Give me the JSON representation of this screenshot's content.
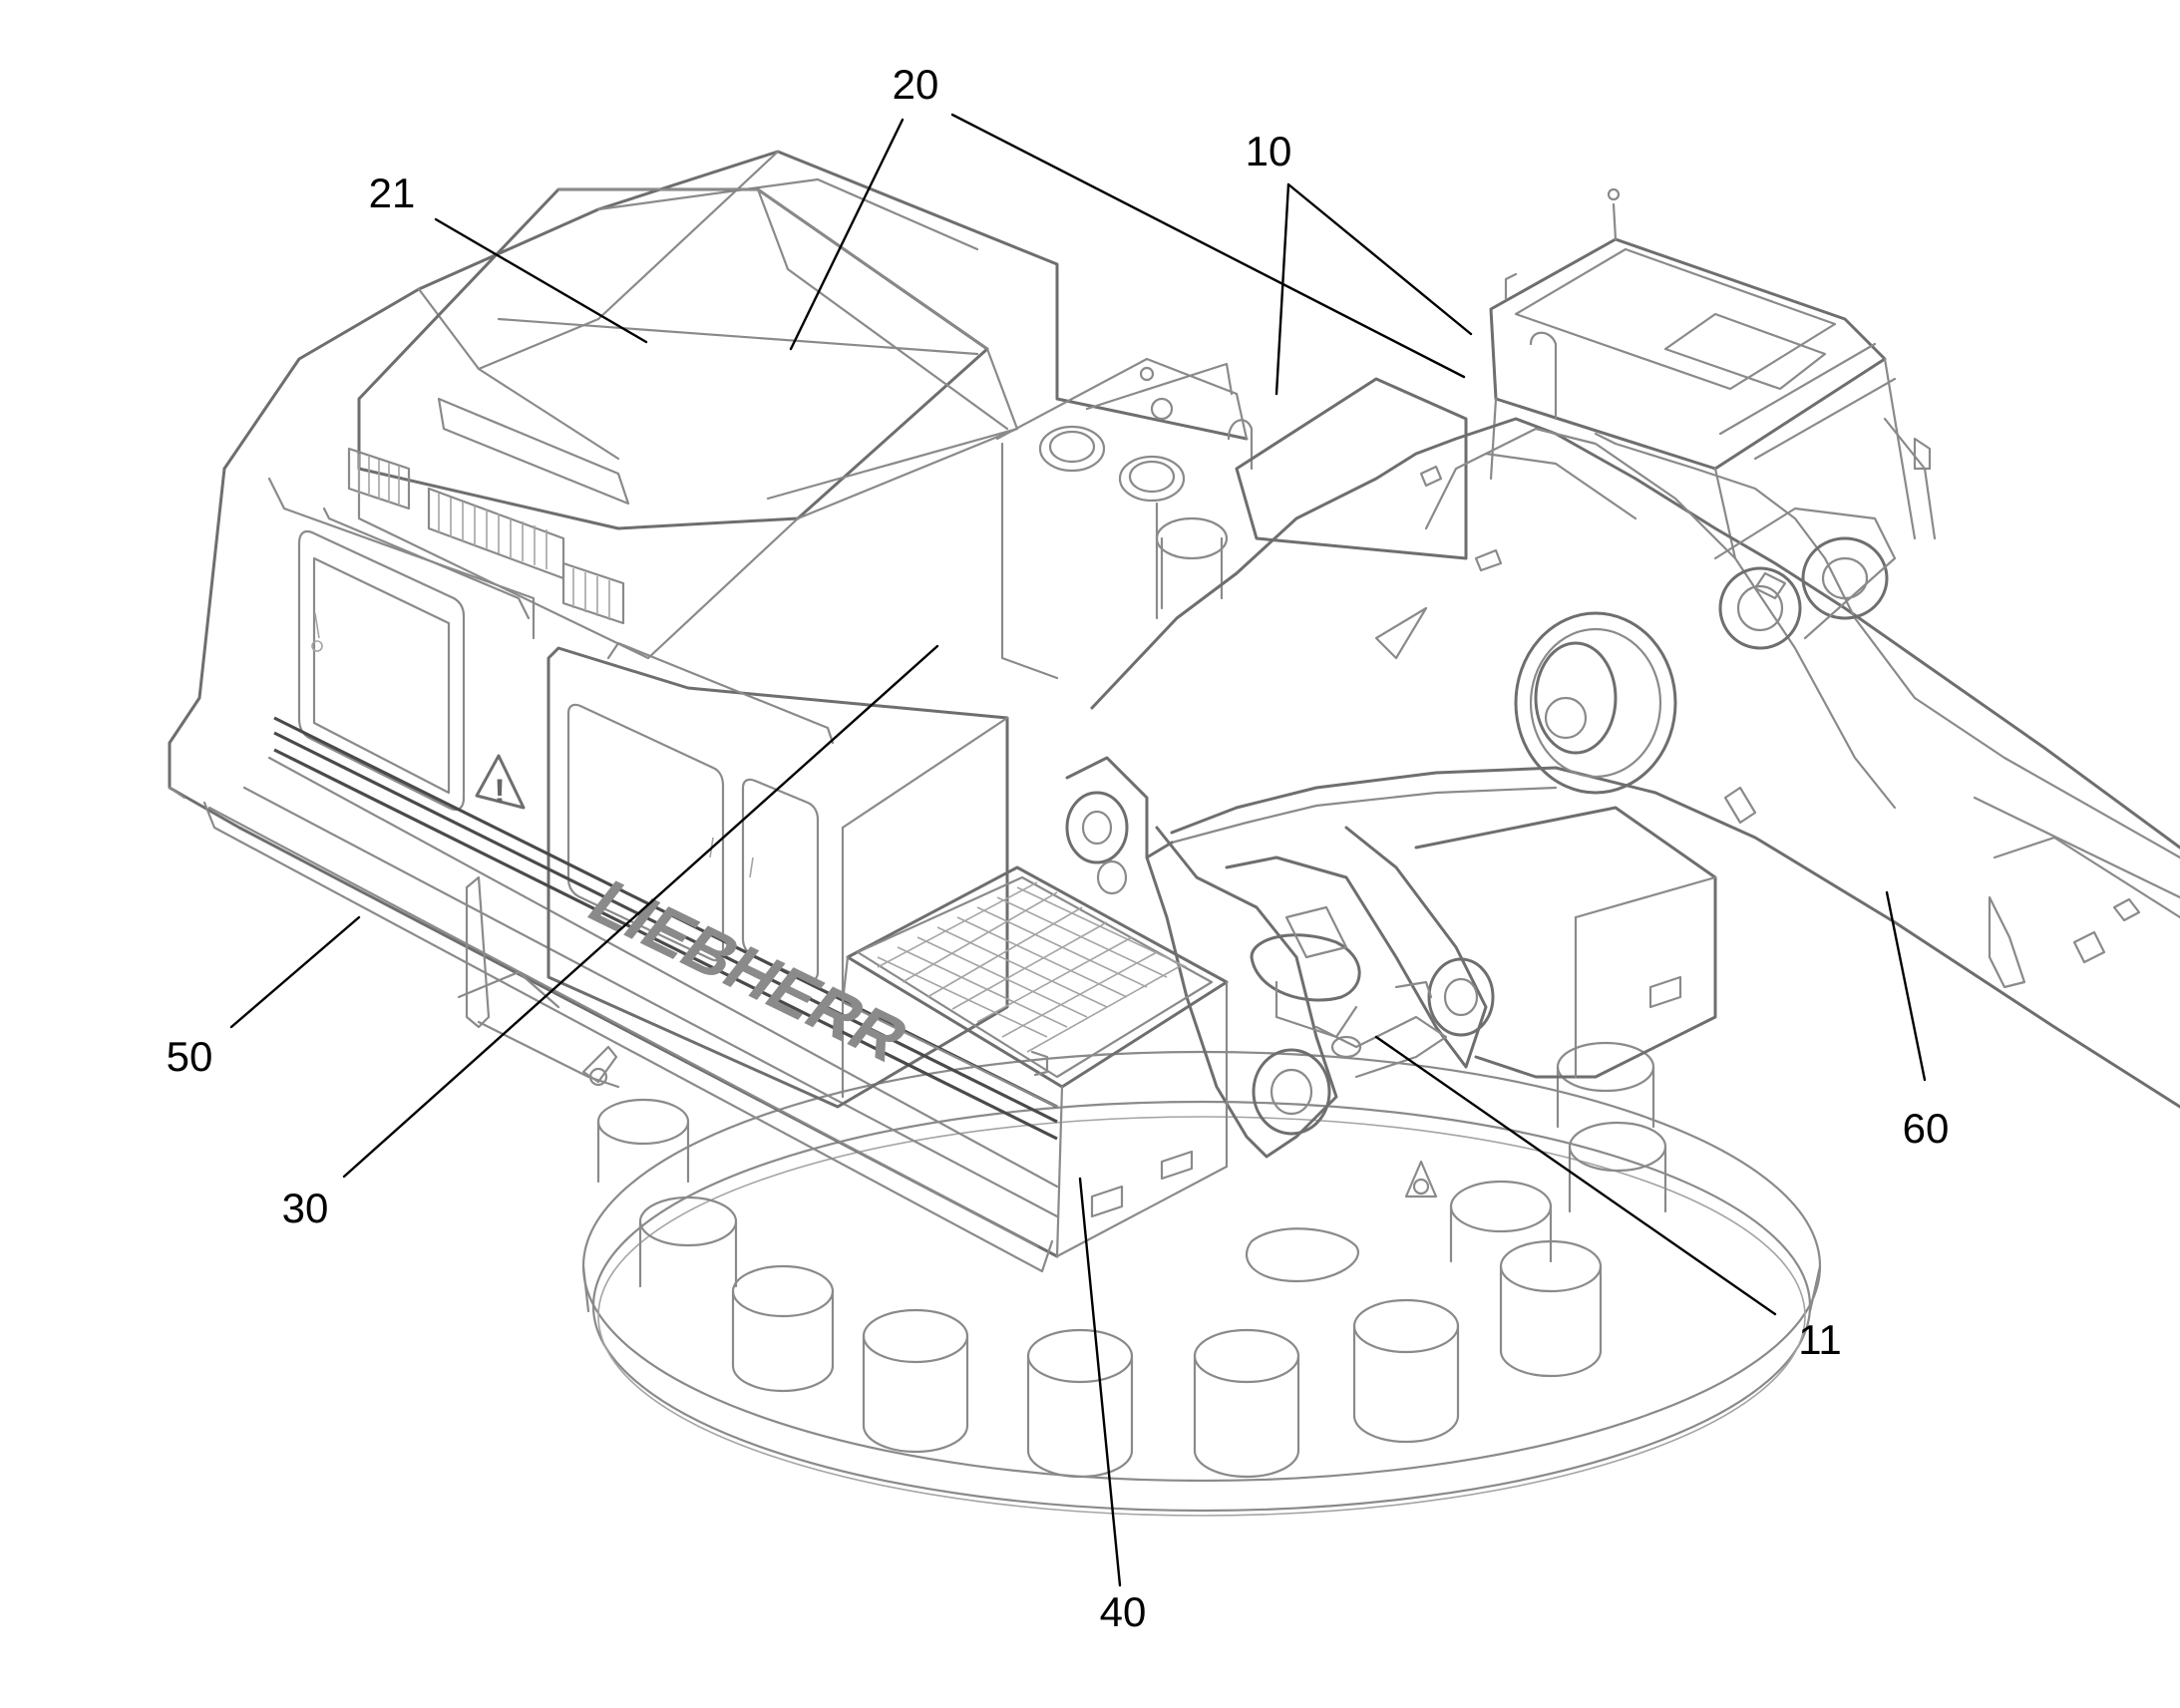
{
  "figure": {
    "brand_marking": "LIEBHERR",
    "warning_symbol": "!",
    "reference_labels": [
      {
        "id": "ref-20",
        "text": "20"
      },
      {
        "id": "ref-10",
        "text": "10"
      },
      {
        "id": "ref-21",
        "text": "21"
      },
      {
        "id": "ref-50",
        "text": "50"
      },
      {
        "id": "ref-30",
        "text": "30"
      },
      {
        "id": "ref-60",
        "text": "60"
      },
      {
        "id": "ref-11",
        "text": "11"
      },
      {
        "id": "ref-40",
        "text": "40"
      }
    ]
  },
  "colors": {
    "line": "#8a8a8a",
    "leader": "#000000",
    "background": "#ffffff"
  }
}
